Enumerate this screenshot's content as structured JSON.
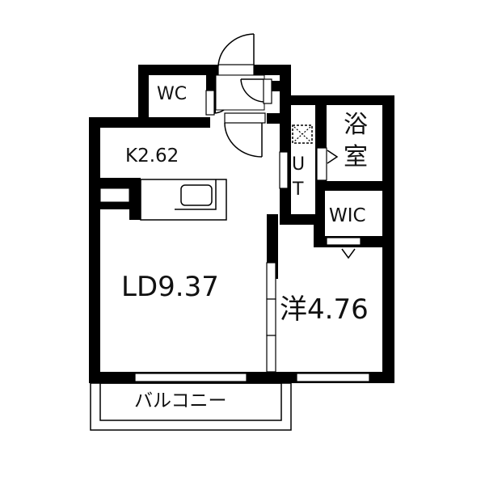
{
  "floorplan": {
    "rooms": [
      {
        "id": "wc",
        "label": "WC"
      },
      {
        "id": "kitchen",
        "label": "K2.62"
      },
      {
        "id": "ut",
        "label_u": "U",
        "label_t": "T"
      },
      {
        "id": "bath",
        "label_1": "浴",
        "label_2": "室"
      },
      {
        "id": "wic",
        "label": "WIC"
      },
      {
        "id": "ld",
        "label": "LD9.37"
      },
      {
        "id": "western",
        "label": "洋4.76"
      },
      {
        "id": "balcony",
        "label": "バルコニー"
      }
    ],
    "colors": {
      "wall": "#000000",
      "background": "#ffffff"
    }
  }
}
